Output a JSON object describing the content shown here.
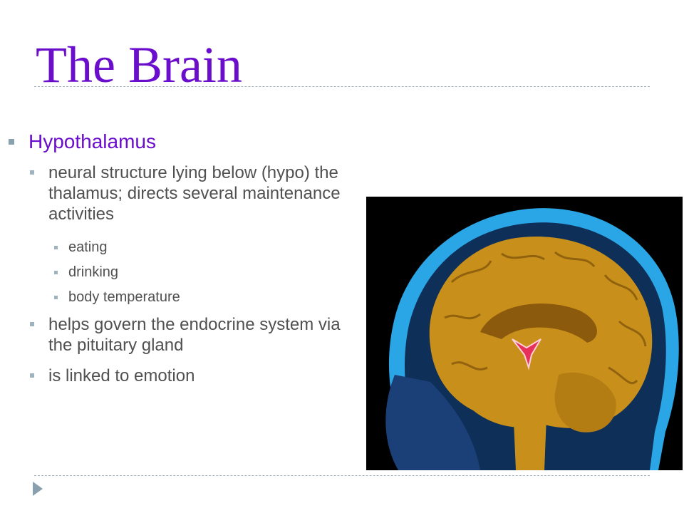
{
  "slide": {
    "title": "The Brain",
    "level1": {
      "text": "Hypothalamus"
    },
    "level2": [
      {
        "text": "neural structure lying below (hypo) the thalamus; directs several maintenance activities"
      },
      {
        "text": "helps govern the endocrine system via the pituitary gland"
      },
      {
        "text": "is linked to emotion"
      }
    ],
    "level3": [
      {
        "text": "eating"
      },
      {
        "text": "drinking"
      },
      {
        "text": "body temperature"
      }
    ]
  },
  "colors": {
    "title": "#6a0dcc",
    "body": "#505050",
    "bullet": "#9fb3bf"
  },
  "icons": {
    "nav": "triangle-right-icon"
  }
}
